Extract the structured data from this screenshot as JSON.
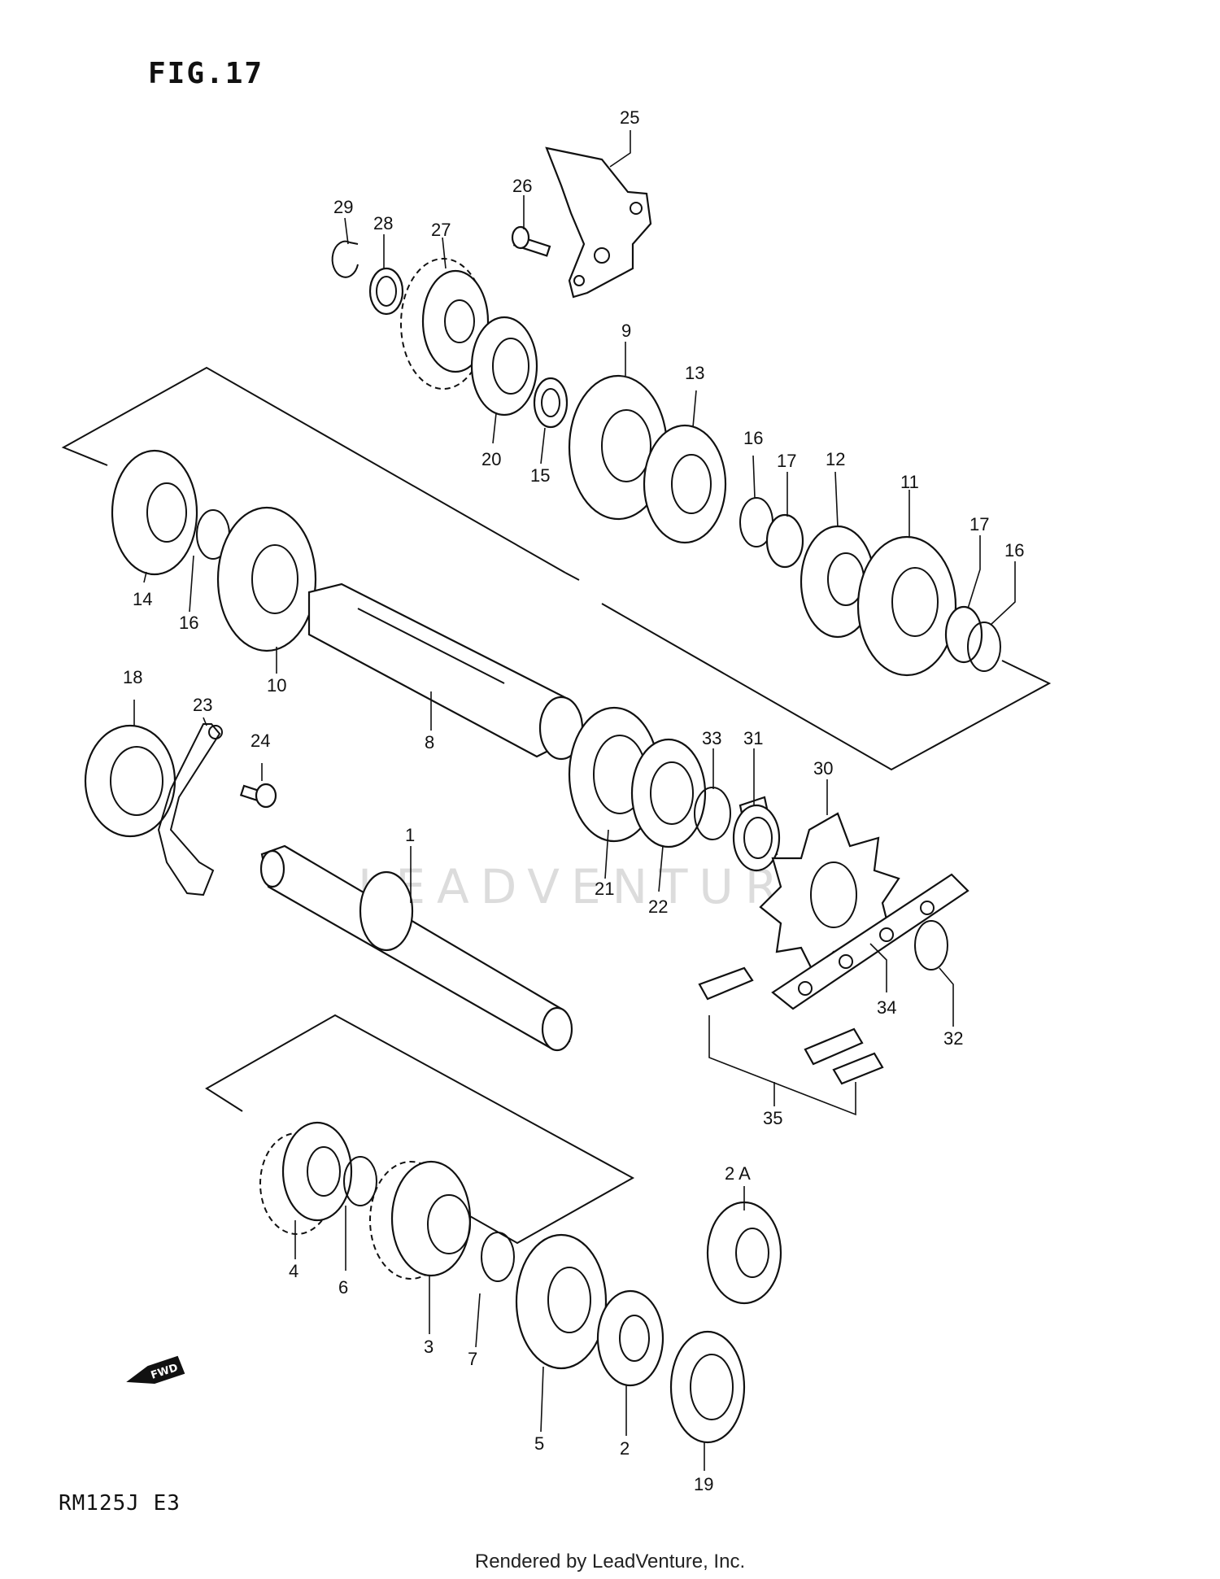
{
  "figure_title": "FIG.17",
  "model_code": "RM125J E3",
  "footer_text": "Rendered by LeadVenture, Inc.",
  "fwd_label": "FWD",
  "callouts": {
    "c1": "1",
    "c2": "2",
    "c2a": "2 A",
    "c3": "3",
    "c4": "4",
    "c5": "5",
    "c6": "6",
    "c7": "7",
    "c8": "8",
    "c9": "9",
    "c10": "10",
    "c11": "11",
    "c12": "12",
    "c13": "13",
    "c14": "14",
    "c15": "15",
    "c16a": "16",
    "c16b": "16",
    "c16c": "16",
    "c17a": "17",
    "c17b": "17",
    "c18": "18",
    "c19": "19",
    "c20": "20",
    "c21": "21",
    "c22": "22",
    "c23": "23",
    "c24": "24",
    "c25": "25",
    "c26": "26",
    "c27": "27",
    "c28": "28",
    "c29": "29",
    "c30": "30",
    "c31": "31",
    "c32": "32",
    "c33": "33",
    "c34": "34",
    "c35": "35"
  }
}
